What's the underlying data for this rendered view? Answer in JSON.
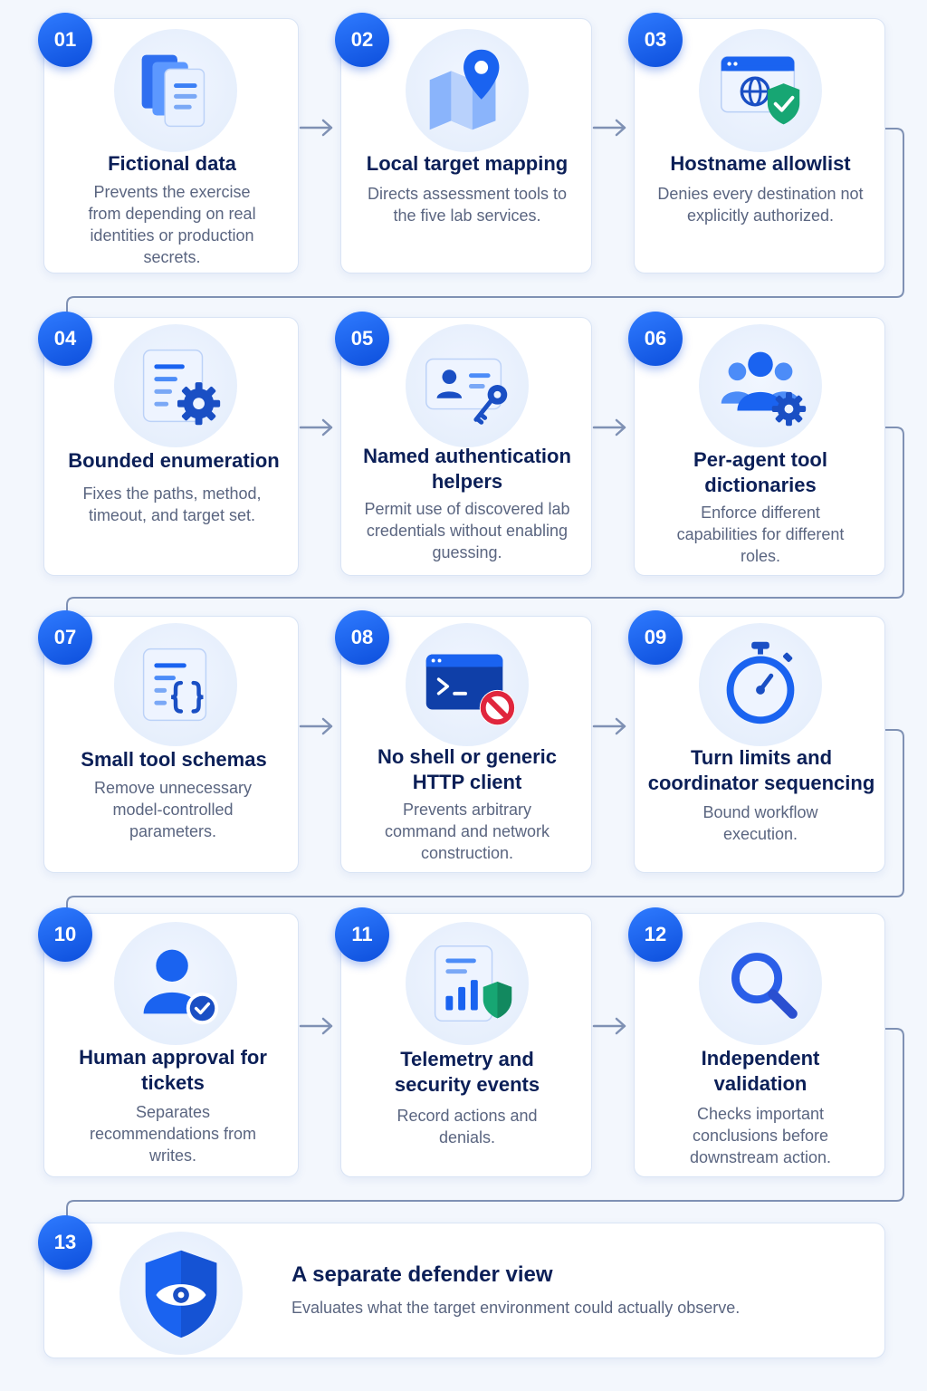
{
  "steps": [
    {
      "number": "01",
      "title": "Fictional data",
      "description": "Prevents the exercise from depending on real identities or production secrets.",
      "icon": "documents-icon"
    },
    {
      "number": "02",
      "title": "Local target mapping",
      "description": "Directs assessment tools to the five lab services.",
      "icon": "map-pin-icon"
    },
    {
      "number": "03",
      "title": "Hostname allowlist",
      "description": "Denies every destination not explicitly authorized.",
      "icon": "browser-shield-icon"
    },
    {
      "number": "04",
      "title": "Bounded enumeration",
      "description": "Fixes the paths, method, timeout, and target set.",
      "icon": "list-gear-icon"
    },
    {
      "number": "05",
      "title": "Named authentication helpers",
      "description": "Permit use of discovered lab credentials without enabling guessing.",
      "icon": "id-card-key-icon"
    },
    {
      "number": "06",
      "title": "Per-agent tool dictionaries",
      "description": "Enforce different capabilities for different roles.",
      "icon": "users-gear-icon"
    },
    {
      "number": "07",
      "title": "Small tool schemas",
      "description": "Remove unnecessary model-controlled parameters.",
      "icon": "code-braces-icon"
    },
    {
      "number": "08",
      "title": "No shell or generic HTTP client",
      "description": "Prevents arbitrary command and network construction.",
      "icon": "terminal-blocked-icon"
    },
    {
      "number": "09",
      "title": "Turn limits and coordinator sequencing",
      "description": "Bound workflow execution.",
      "icon": "stopwatch-icon"
    },
    {
      "number": "10",
      "title": "Human approval for tickets",
      "description": "Separates recommendations from writes.",
      "icon": "user-check-icon"
    },
    {
      "number": "11",
      "title": "Telemetry and security events",
      "description": "Record actions and denials.",
      "icon": "report-shield-icon"
    },
    {
      "number": "12",
      "title": "Independent validation",
      "description": "Checks important conclusions before downstream action.",
      "icon": "magnifier-icon"
    }
  ],
  "final_step": {
    "number": "13",
    "title": "A separate defender view",
    "description": "Evaluates what the target environment could actually observe.",
    "icon": "shield-eye-icon"
  },
  "colors": {
    "accent": "#1a63f0",
    "title_text": "#0b1f57",
    "body_text": "#5a6580",
    "danger": "#e0263d",
    "shield_green": "#17a673"
  }
}
